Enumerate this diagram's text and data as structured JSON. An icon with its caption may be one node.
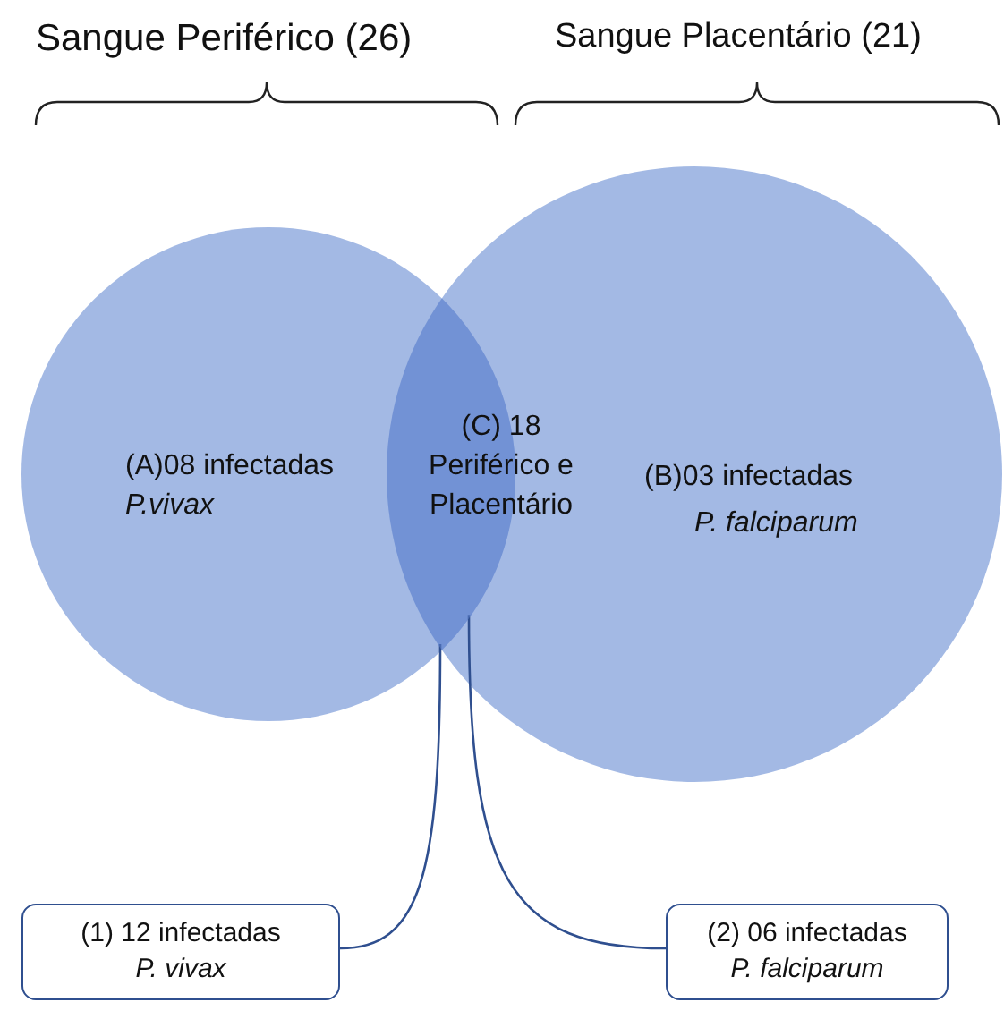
{
  "diagram": {
    "nodes": [
      {
        "text": [
          "(A)08 infectadas",
          "P.vivax"
        ]
      },
      {
        "text": [
          "(B)03 infectadas",
          "P. falciparum"
        ]
      },
      {
        "text": [
          "(C) 18 Periférico e Placentário"
        ]
      },
      {
        "text": [
          "(1) 12 infectadas",
          "P. vivax"
        ]
      },
      {
        "text": [
          "(2) 06 infectadas",
          "P. falciparum"
        ]
      }
    ],
    "edges": [
      {
        "from": 3,
        "to": 2,
        "arrow": "none"
      },
      {
        "from": 4,
        "to": 2,
        "arrow": "none"
      }
    ],
    "labels": [
      "Sangue Periférico (26)",
      "Sangue Placentário (21)"
    ]
  }
}
